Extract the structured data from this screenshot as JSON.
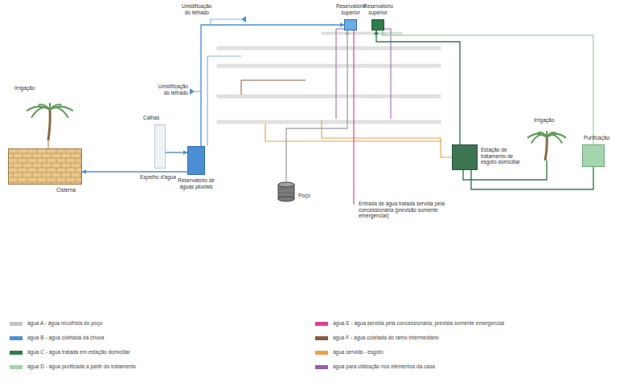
{
  "diagram": {
    "nodes": [
      {
        "text": [
          "Irrigação"
        ]
      },
      {
        "text": [
          "Cisterna"
        ]
      },
      {
        "text": [
          "Calhas"
        ]
      },
      {
        "text": [
          "Reservatório de águas pluviais"
        ]
      },
      {
        "text": [
          "Reservatório superior"
        ]
      },
      {
        "text": [
          "Reservatório superior"
        ]
      },
      {
        "text": [
          "Poço"
        ]
      },
      {
        "text": [
          "Estação de tratamento de esgoto domiciliar"
        ]
      },
      {
        "text": [
          "Irrigação"
        ]
      },
      {
        "text": [
          "Purificação"
        ]
      }
    ],
    "edges": [
      {
        "from": 1,
        "to": 0,
        "arrow": "none"
      },
      {
        "from": 2,
        "to": 3,
        "arrow": "to"
      },
      {
        "from": 3,
        "to": 1,
        "label": "Espelho d'água",
        "arrow": "to"
      },
      {
        "from": 3,
        "to": 4,
        "arrow": "to"
      },
      {
        "from": 6,
        "to": 4,
        "arrow": "to"
      },
      {
        "from": 7,
        "to": 5,
        "arrow": "to"
      },
      {
        "from": 7,
        "to": 8,
        "arrow": "none"
      },
      {
        "from": 9,
        "to": 5,
        "arrow": "to"
      },
      {
        "from": 7,
        "to": 9,
        "arrow": "none"
      }
    ],
    "labels": [
      "Umidificação do telhado",
      "Umidificação do telhado",
      "Entrada de água tratada servida pela concessionária (previsão somente emergencial)"
    ],
    "legend": [
      {
        "text": "água A - água recolhida do poço",
        "color": "#c4c4c4"
      },
      {
        "text": "água B - água coletada da chuva",
        "color": "#4a8fd6"
      },
      {
        "text": "água C - água tratada em estação domiciliar",
        "color": "#2f7d4a"
      },
      {
        "text": "água D - água purificada a partir do tratamento",
        "color": "#a3d6ac"
      },
      {
        "text": "água E - água servida pela concessionária, prevista somente emergencial",
        "color": "#e0409a"
      },
      {
        "text": "água F - água coletada do ramo intermediário",
        "color": "#8b5a3c"
      },
      {
        "text": "água servida - esgoto",
        "color": "#f0a040"
      },
      {
        "text": "água para utilização nos elementos da casa",
        "color": "#9a5ab0"
      }
    ]
  }
}
